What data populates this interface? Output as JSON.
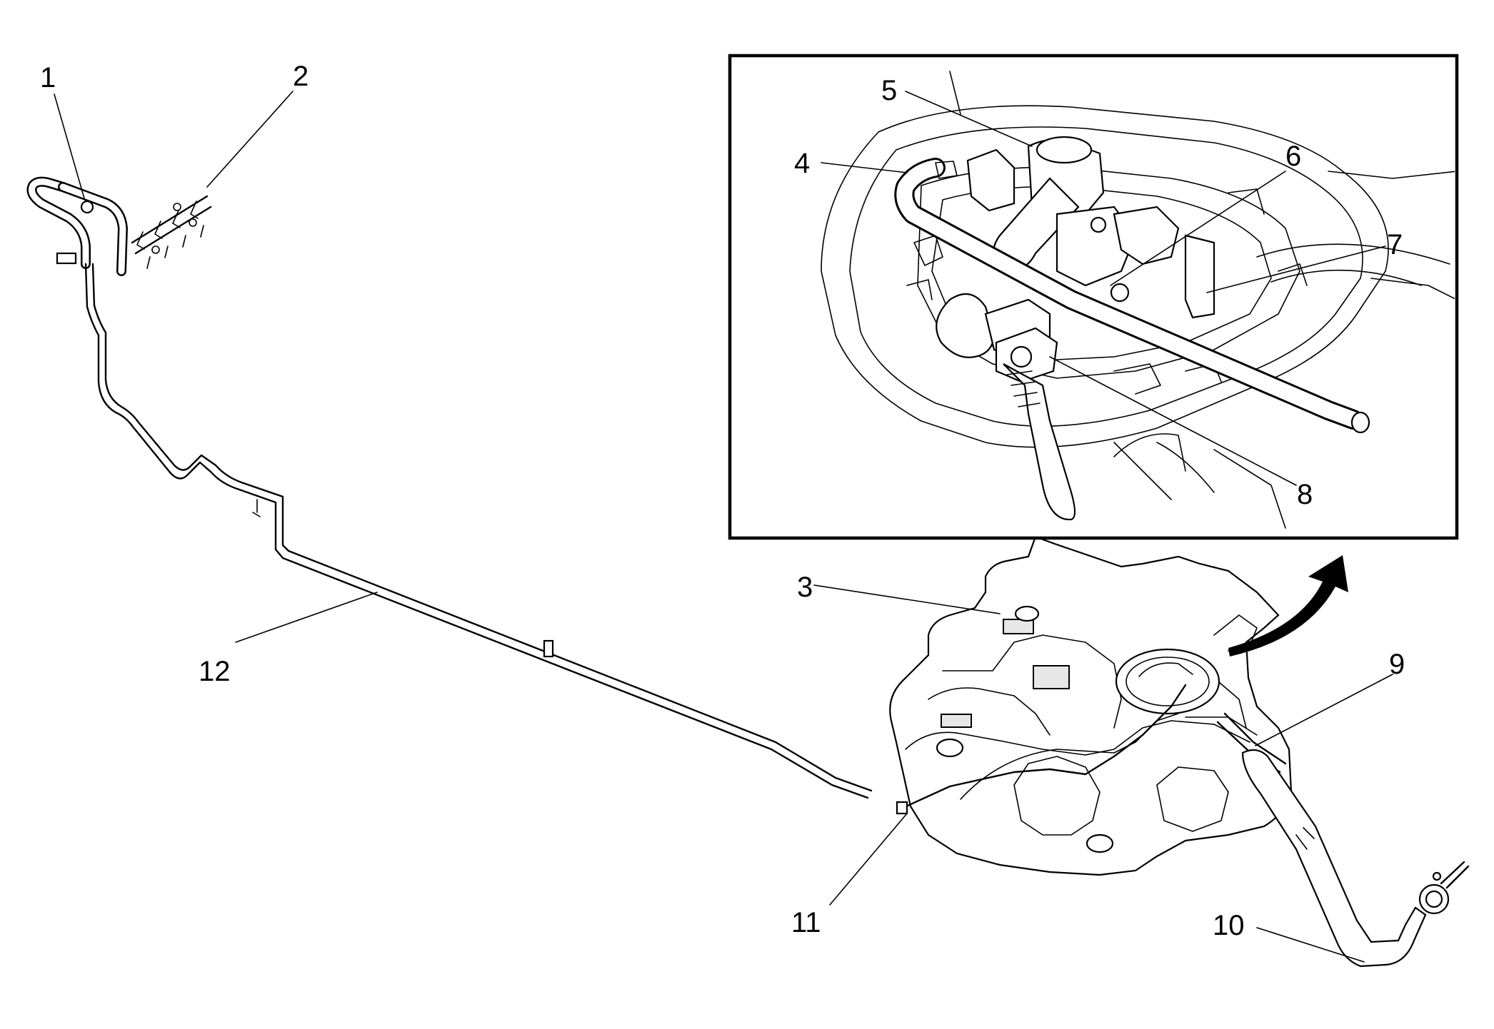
{
  "callouts": [
    "1",
    "2",
    "3",
    "4",
    "5",
    "6",
    "7",
    "8",
    "9",
    "10",
    "11",
    "12"
  ],
  "colors": {
    "ink": "#000000",
    "paper": "#ffffff",
    "shade": "#e7e7e7"
  }
}
